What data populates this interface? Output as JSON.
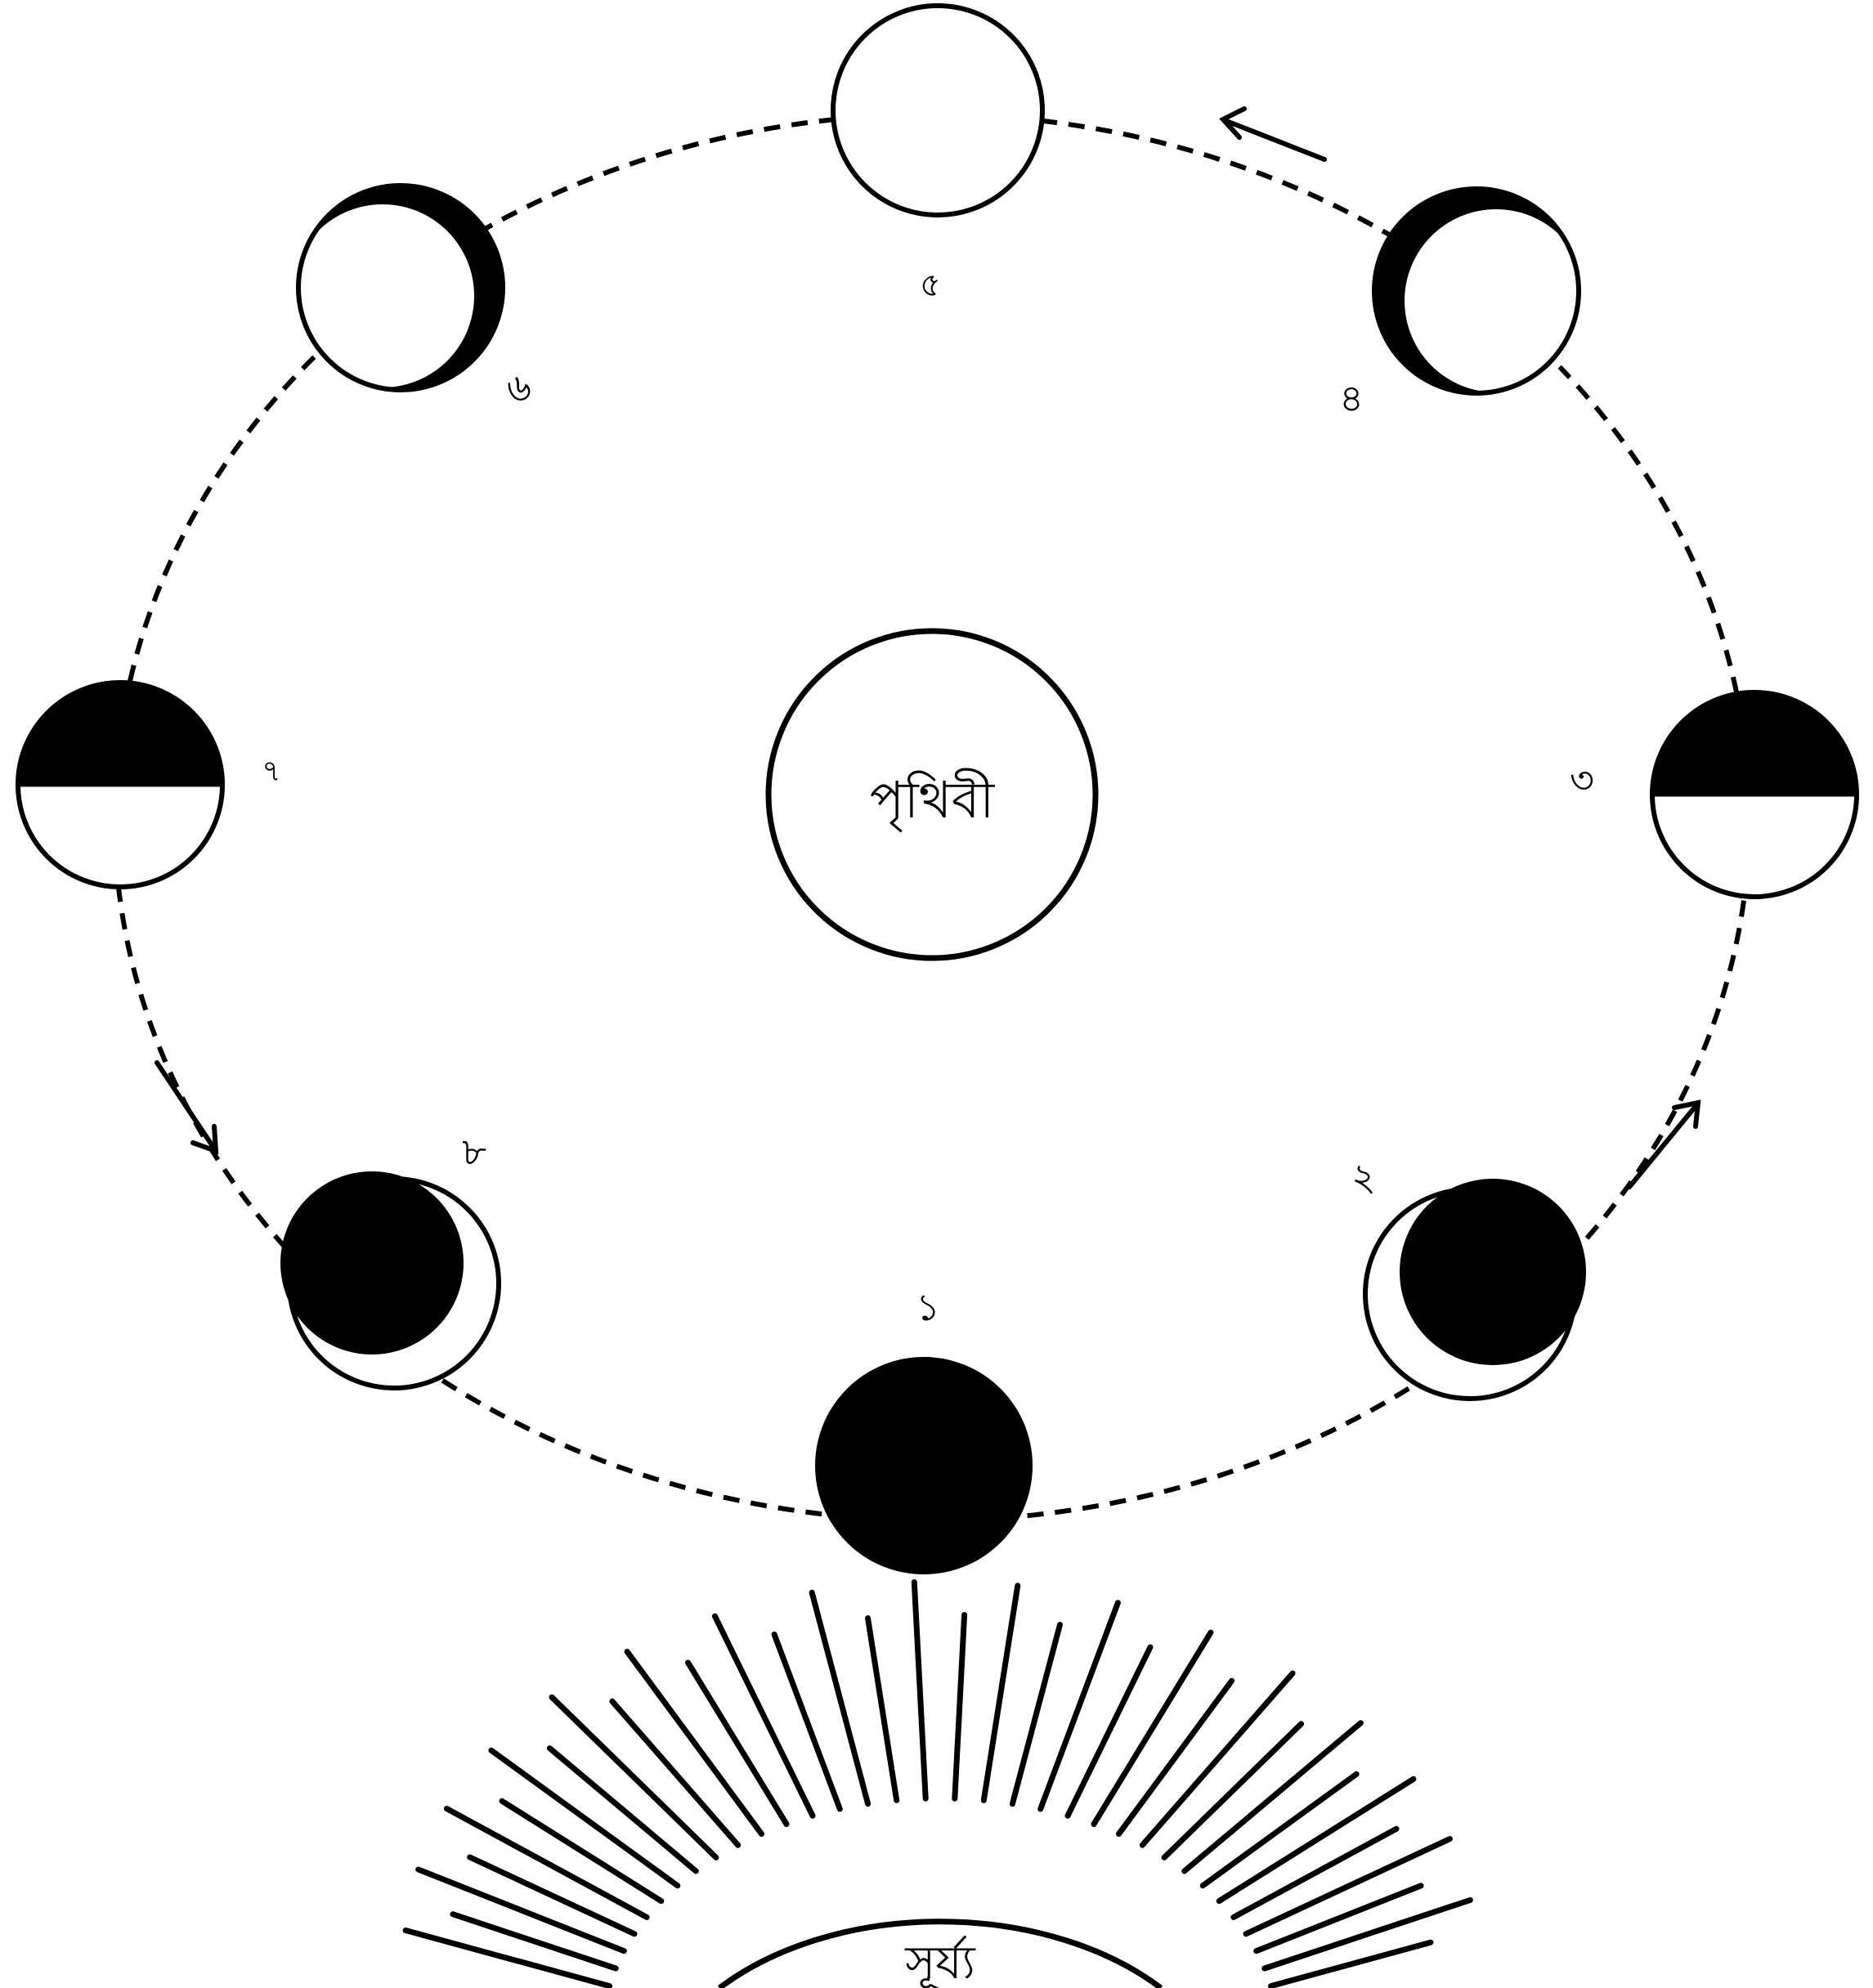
{
  "diagram": {
    "center_label": "পৃথিবী",
    "sun_label": "সূর্য্য",
    "phase_labels": [
      "১",
      "২",
      "৩",
      "৪",
      "৫",
      "৬",
      "৭",
      "৮"
    ],
    "colors": {
      "ink": "#000000",
      "paper": "#ffffff"
    },
    "icons": {
      "moon": "moon-phase-icon",
      "earth": "earth-circle-icon",
      "sun": "sun-rays-icon",
      "arrow": "direction-arrow-icon"
    }
  }
}
